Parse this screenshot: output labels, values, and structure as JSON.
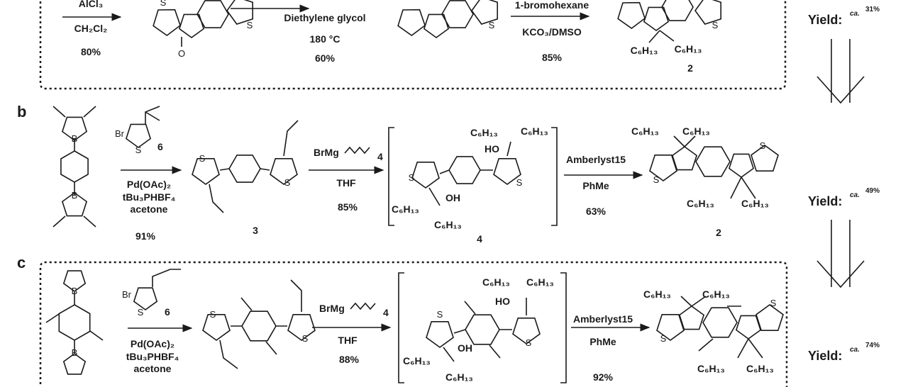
{
  "panels": {
    "a": {
      "step1": {
        "reagent": "AlCl₃",
        "solvent": "CH₂Cl₂",
        "yield": "80%"
      },
      "step2": {
        "solvent": "Diethylene glycol",
        "temp": "180 °C",
        "yield": "60%"
      },
      "step3": {
        "reagent": "1-bromohexane",
        "base": "KCO₃/DMSO",
        "yield": "85%"
      },
      "product": {
        "label": "2",
        "substituent_left": "C₆H₁₃",
        "substituent_right": "C₆H₁₃",
        "ketone_atom": "O"
      },
      "overall_yield": {
        "prefix": "Yield:",
        "ca": "ca.",
        "value": "31%"
      }
    },
    "b": {
      "label": "b",
      "reagent6": {
        "halogen": "Br",
        "label": "6"
      },
      "step1": {
        "catalyst": "Pd(OAc)₂",
        "ligand": "tBu₃PHBF₄",
        "solvent": "acetone",
        "yield": "91%"
      },
      "intermediate3": {
        "label": "3"
      },
      "step2": {
        "reagent": "BrMg",
        "repeat": "4",
        "solvent": "THF",
        "yield": "85%"
      },
      "intermediate4": {
        "label": "4",
        "oh1": "HO",
        "oh2": "OH",
        "r1": "C₆H₁₃",
        "r2": "C₆H₁₃",
        "r3": "C₆H₁₃",
        "r4": "C₆H₁₃"
      },
      "step3": {
        "reagent": "Amberlyst15",
        "solvent": "PhMe",
        "yield": "63%"
      },
      "product": {
        "label": "2",
        "r1": "C₆H₁₃",
        "r2": "C₆H₁₃",
        "r3": "C₆H₁₃",
        "r4": "C₆H₁₃"
      },
      "overall_yield": {
        "prefix": "Yield:",
        "ca": "ca.",
        "value": "49%"
      }
    },
    "c": {
      "label": "c",
      "reagent6": {
        "halogen": "Br",
        "label": "6"
      },
      "step1": {
        "catalyst": "Pd(OAc)₂",
        "ligand": "tBu₃PHBF₄",
        "solvent": "acetone"
      },
      "step2": {
        "reagent": "BrMg",
        "repeat": "4",
        "solvent": "THF",
        "yield": "88%"
      },
      "intermediate": {
        "oh1": "HO",
        "oh2": "OH",
        "r1": "C₆H₁₃",
        "r2": "C₆H₁₃",
        "r3": "C₆H₁₃",
        "r4": "C₆H₁₃"
      },
      "step3": {
        "reagent": "Amberlyst15",
        "solvent": "PhMe",
        "yield": "92%"
      },
      "product": {
        "r1": "C₆H₁₃",
        "r2": "C₆H₁₃",
        "r3": "C₆H₁₃",
        "r4": "C₆H₁₃"
      },
      "overall_yield": {
        "prefix": "Yield:",
        "ca": "ca.",
        "value": "74%"
      }
    }
  },
  "atoms": {
    "S": "S",
    "O": "O",
    "B": "B"
  }
}
